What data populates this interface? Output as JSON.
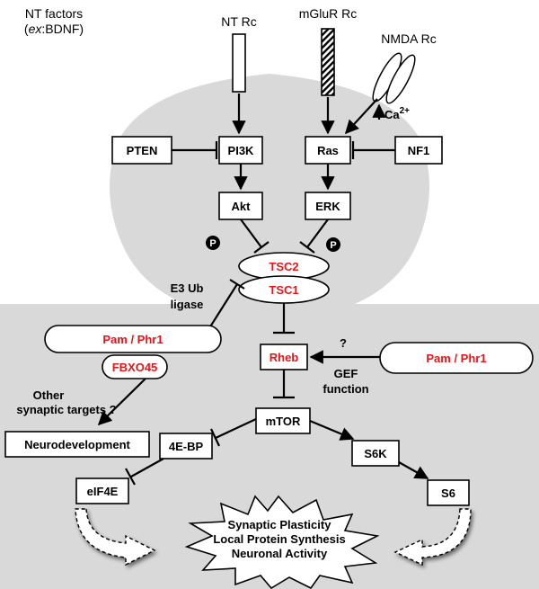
{
  "receptors": {
    "nt_factors": "NT factors",
    "nt_factors_example_prefix": "ex",
    "nt_factors_example": ":BDNF)",
    "nt_rc": "NT Rc",
    "mglur_rc": "mGluR Rc",
    "nmda_rc": "NMDA Rc",
    "calcium": "Ca",
    "calcium_charge": "2+"
  },
  "nodes": {
    "pten": "PTEN",
    "pi3k": "PI3K",
    "ras": "Ras",
    "nf1": "NF1",
    "akt": "Akt",
    "erk": "ERK",
    "tsc2": "TSC2",
    "tsc1": "TSC1",
    "pam_phr1_left": "Pam / Phr1",
    "fbxo45": "FBXO45",
    "rheb": "Rheb",
    "pam_phr1_right": "Pam / Phr1",
    "mtor": "mTOR",
    "neurodevelopment": "Neurodevelopment",
    "four_e_bp": "4E-BP",
    "s6k": "S6K",
    "eif4e": "eIF4E",
    "s6": "S6"
  },
  "annotations": {
    "e3_line1": "E3 Ub",
    "e3_line2": "ligase",
    "other_line1": "Other",
    "other_line2": "synaptic targets ?",
    "question": "?",
    "gef_line1": "GEF",
    "gef_line2": "function",
    "phospho": "P"
  },
  "outcome": {
    "line1": "Synaptic Plasticity",
    "line2": "Local Protein Synthesis",
    "line3": "Neuronal Activity"
  },
  "colors": {
    "cell": "#d9d9d9",
    "highlight_text": "#e8141a",
    "outline": "#000000"
  }
}
